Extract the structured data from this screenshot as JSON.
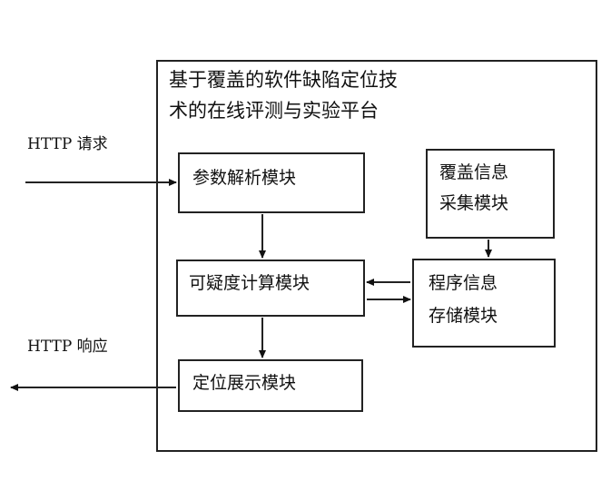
{
  "diagram": {
    "platform": {
      "title_line1": "基于覆盖的软件缺陷定位技",
      "title_line2": "术的在线评测与实验平台"
    },
    "external": {
      "http_request": "HTTP 请求",
      "http_response": "HTTP 响应"
    },
    "modules": {
      "param_parse": "参数解析模块",
      "coverage_collect_line1": "覆盖信息",
      "coverage_collect_line2": "采集模块",
      "suspicious_calc": "可疑度计算模块",
      "program_store_line1": "程序信息",
      "program_store_line2": "存储模块",
      "locate_display": "定位展示模块"
    },
    "edges": [
      {
        "from": "http_request",
        "to": "param_parse"
      },
      {
        "from": "param_parse",
        "to": "suspicious_calc"
      },
      {
        "from": "coverage_collect",
        "to": "program_store"
      },
      {
        "from": "program_store",
        "to": "suspicious_calc"
      },
      {
        "from": "suspicious_calc",
        "to": "program_store"
      },
      {
        "from": "suspicious_calc",
        "to": "locate_display"
      },
      {
        "from": "locate_display",
        "to": "http_response"
      }
    ]
  }
}
